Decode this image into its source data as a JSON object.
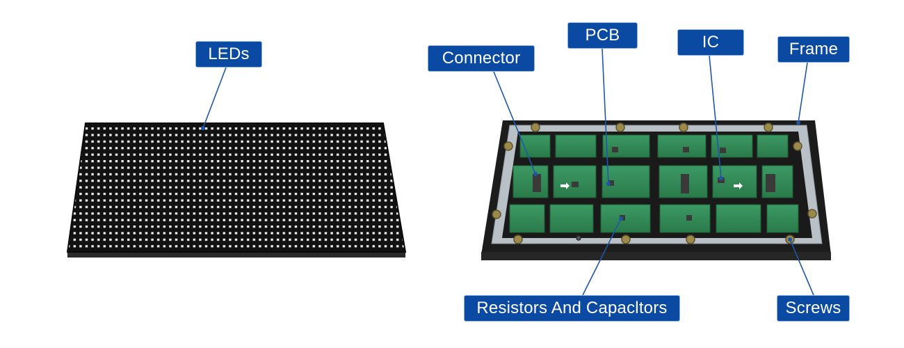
{
  "labels": {
    "leds": "LEDs",
    "connector": "Connector",
    "pcb": "PCB",
    "ic": "IC",
    "frame": "Frame",
    "resistors": "Resistors And Capacltors",
    "screws": "Screws"
  },
  "colors": {
    "label_bg": "#0b4aa2",
    "label_text": "#ffffff",
    "leader_line": "#1f57a8",
    "panel_black": "#1c1c1c",
    "pcb_green": "#2f8a55",
    "frame_gray": "#b8bec4"
  }
}
